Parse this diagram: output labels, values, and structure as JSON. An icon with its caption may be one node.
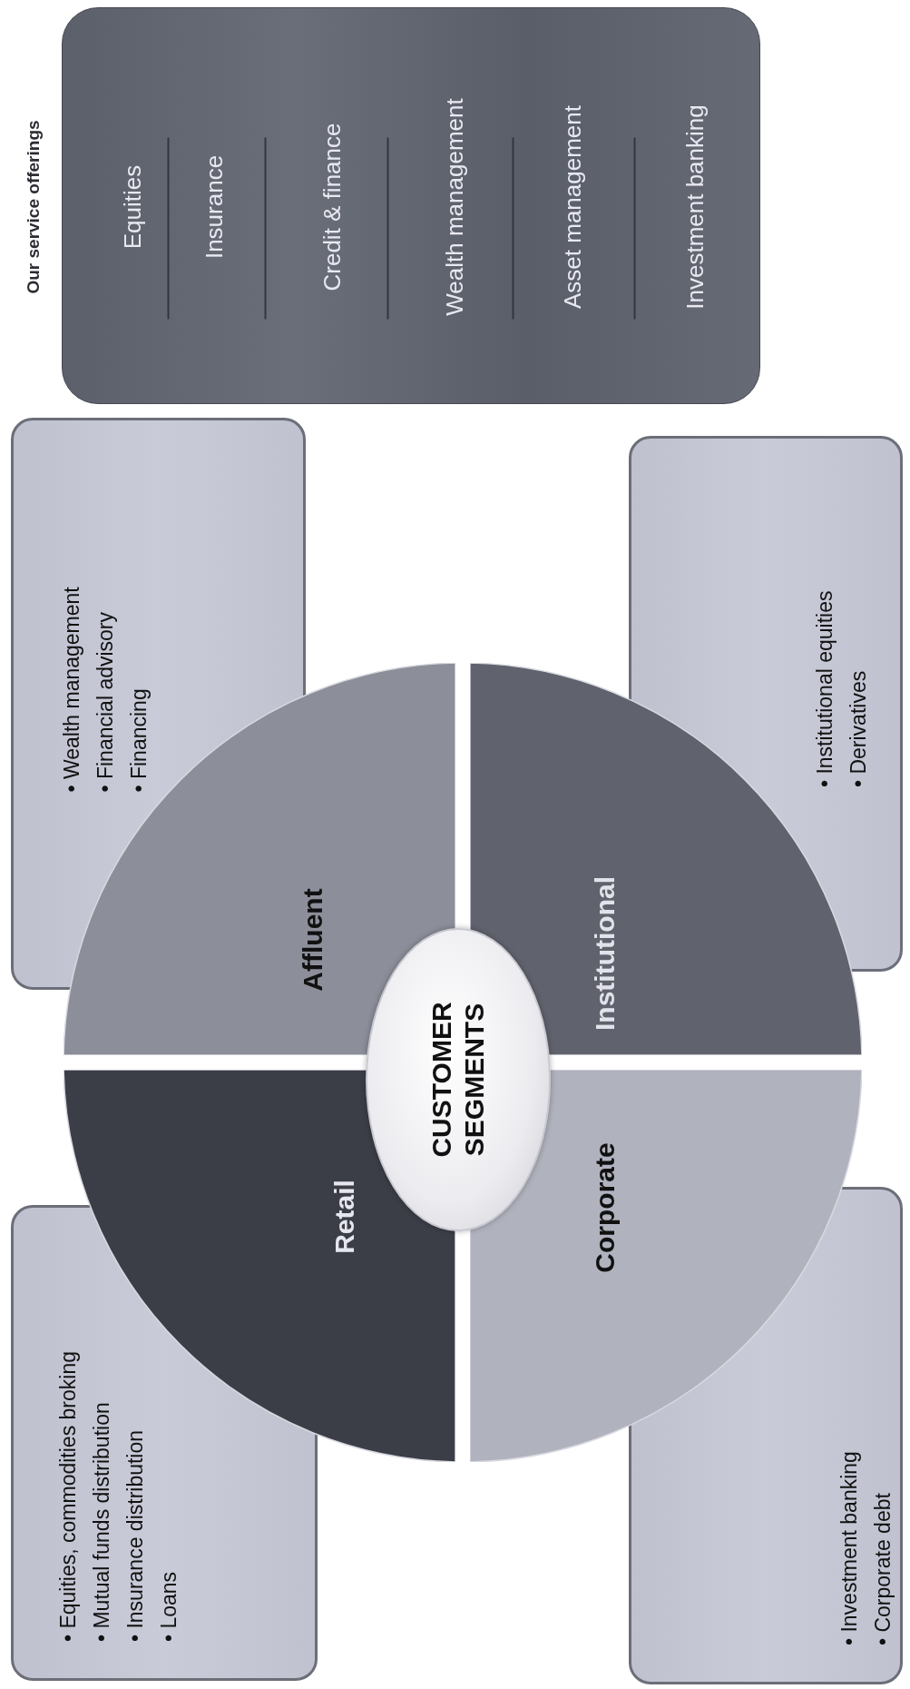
{
  "diagram": {
    "nodes": [
      {
        "text": [
          "Our service offerings",
          "Equities",
          "Insurance",
          "Credit & finance",
          "Wealth management",
          "Asset management",
          "Investment banking"
        ]
      },
      {
        "text": [
          "• Wealth management",
          "• Financial advisory",
          "• Financing"
        ]
      },
      {
        "text": [
          "• Institutional equities",
          "• Derivatives"
        ]
      },
      {
        "text": [
          "Affluent"
        ]
      },
      {
        "text": [
          "Institutional"
        ]
      },
      {
        "text": [
          "Retail"
        ]
      },
      {
        "text": [
          "Corporate"
        ]
      },
      {
        "text": [
          "CUSTOMER SEGMENTS"
        ]
      },
      {
        "text": [
          "• Equities, commodities broking",
          "• Mutual funds distribution",
          "• Insurance distribution",
          "• Loans"
        ]
      },
      {
        "text": [
          "• Investment banking",
          "• Corporate debt"
        ]
      }
    ],
    "edges": []
  }
}
